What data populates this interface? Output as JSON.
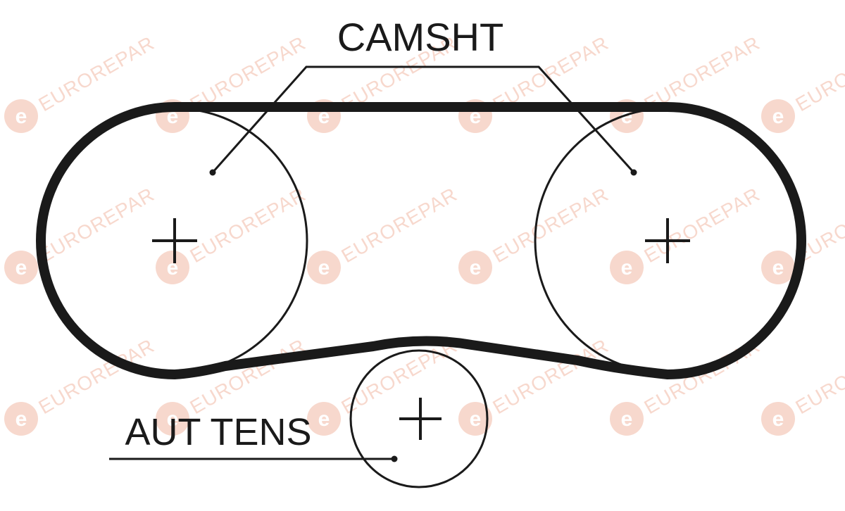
{
  "labels": {
    "camshaft": "CAMSHT",
    "tensioner": "AUT TENS"
  },
  "watermark": {
    "text": "EUROREPAR",
    "glyph": "e",
    "color": "#f2b9a5"
  },
  "colors": {
    "belt": "#1a1a1a",
    "line": "#1a1a1a",
    "background": "#ffffff"
  }
}
